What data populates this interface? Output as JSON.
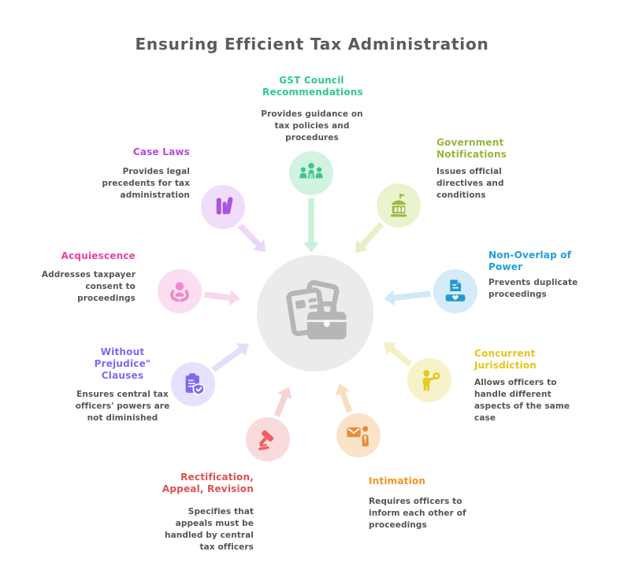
{
  "title": "Ensuring Efficient Tax Administration",
  "colors": {
    "title": "#5b5b5b",
    "description": "#555555",
    "background": "#ffffff",
    "center_bg": "#ebebeb",
    "center_icon": "#b6b6b6"
  },
  "center": {
    "icon": "documents-briefcase-icon"
  },
  "nodes": [
    {
      "id": "gst-council-recommendations",
      "title": "GST Council Recommendations",
      "description": "Provides guidance on tax policies and procedures",
      "icon": "council-people-icon",
      "title_color": "#2fc98e",
      "circle_bg": "#d3f3e2",
      "icon_color": "#41c487",
      "arrow_color": "#c8f0da"
    },
    {
      "id": "government-notifications",
      "title": "Government Notifications",
      "description": "Issues official directives and conditions",
      "icon": "government-building-icon",
      "title_color": "#95b837",
      "circle_bg": "#e9f3cd",
      "icon_color": "#9cba41",
      "arrow_color": "#e5f1c4"
    },
    {
      "id": "non-overlap-of-power",
      "title": "Non-Overlap of Power",
      "description": "Prevents duplicate proceedings",
      "icon": "document-handshake-icon",
      "title_color": "#1f9ed9",
      "circle_bg": "#d5ecf8",
      "icon_color": "#2499d2",
      "arrow_color": "#cfe9f6"
    },
    {
      "id": "concurrent-jurisdiction",
      "title": "Concurrent Jurisdiction",
      "description": "Allows officers to handle different aspects of the same case",
      "icon": "officer-badge-icon",
      "title_color": "#e8c41c",
      "circle_bg": "#f8f2cb",
      "icon_color": "#e2cc1d",
      "arrow_color": "#f6efc2"
    },
    {
      "id": "intimation",
      "title": "Intimation",
      "description": "Requires officers to inform each other of proceedings",
      "icon": "mail-person-icon",
      "title_color": "#f69420",
      "circle_bg": "#fbe3c9",
      "icon_color": "#e78f3c",
      "arrow_color": "#fadec1"
    },
    {
      "id": "rectification-appeal-revision",
      "title": "Rectification, Appeal, Revision",
      "description": "Specifies that appeals must be handled by central tax officers",
      "icon": "gavel-icon",
      "title_color": "#e15151",
      "circle_bg": "#fadbdb",
      "icon_color": "#ef5e5e",
      "arrow_color": "#f8d3d3"
    },
    {
      "id": "without-prejudice-clauses",
      "title": "Without Prejudice\" Clauses",
      "description": "Ensures central tax officers' powers are not diminished",
      "icon": "clipboard-shield-icon",
      "title_color": "#7d6af4",
      "circle_bg": "#e6e2fb",
      "icon_color": "#7b6bee",
      "arrow_color": "#e2defa"
    },
    {
      "id": "acquiescence",
      "title": "Acquiescence",
      "description": "Addresses taxpayer consent to proceedings",
      "icon": "caring-hands-icon",
      "title_color": "#f13ea6",
      "circle_bg": "#fbdef0",
      "icon_color": "#f088c9",
      "arrow_color": "#f9d6eb"
    },
    {
      "id": "case-laws",
      "title": "Case Laws",
      "description": "Provides legal precedents for tax administration",
      "icon": "law-books-icon",
      "title_color": "#b748e0",
      "circle_bg": "#f0ddfa",
      "icon_color": "#a957da",
      "arrow_color": "#ecd7f8"
    }
  ]
}
